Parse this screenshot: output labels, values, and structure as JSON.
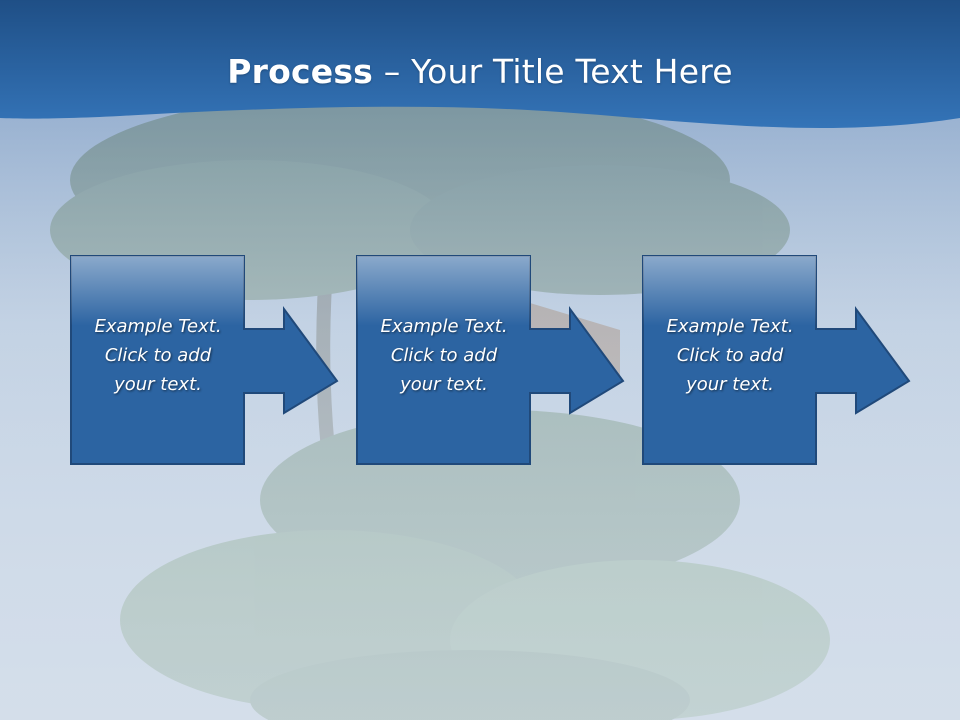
{
  "slide": {
    "title_bold": "Process",
    "title_rest": " – Your Title Text Here"
  },
  "colors": {
    "header_blue": "#2f67a6",
    "shape_fill": "#2c64a2",
    "shape_border": "#1f4a7a",
    "background": "#a9bfd9"
  },
  "steps": [
    {
      "text_line1": "Example Text.",
      "text_line2": "Click  to add",
      "text_line3": "your text."
    },
    {
      "text_line1": "Example Text.",
      "text_line2": "Click  to add",
      "text_line3": "your text."
    },
    {
      "text_line1": "Example Text.",
      "text_line2": "Click  to add",
      "text_line3": "your text."
    }
  ]
}
